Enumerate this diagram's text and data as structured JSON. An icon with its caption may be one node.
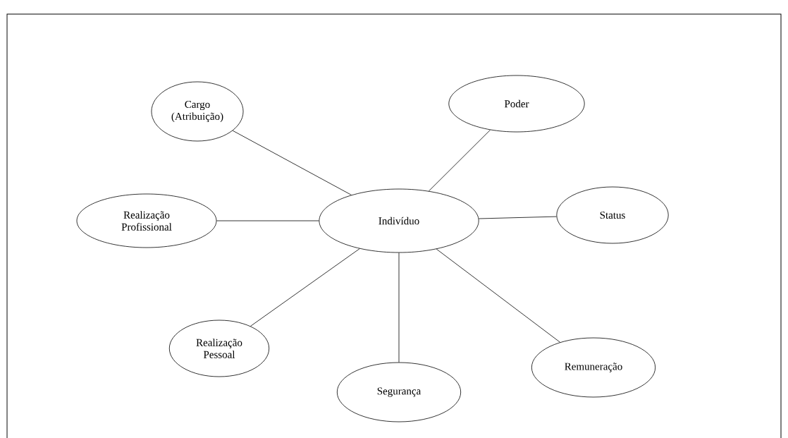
{
  "diagram": {
    "nodes": [
      {
        "text": [
          "Cargo (Atribuição)"
        ]
      },
      {
        "text": [
          "Poder"
        ]
      },
      {
        "text": [
          "Realização Profissional"
        ]
      },
      {
        "text": [
          "Indivíduo"
        ]
      },
      {
        "text": [
          "Status"
        ]
      },
      {
        "text": [
          "Realização Pessoal"
        ]
      },
      {
        "text": [
          "Segurança"
        ]
      },
      {
        "text": [
          "Remuneração"
        ]
      }
    ],
    "edges": [
      {
        "from": 3,
        "to": 0,
        "arrow": "none"
      },
      {
        "from": 3,
        "to": 1,
        "arrow": "none"
      },
      {
        "from": 3,
        "to": 2,
        "arrow": "none"
      },
      {
        "from": 3,
        "to": 4,
        "arrow": "none"
      },
      {
        "from": 3,
        "to": 5,
        "arrow": "none"
      },
      {
        "from": 3,
        "to": 6,
        "arrow": "none"
      },
      {
        "from": 3,
        "to": 7,
        "arrow": "none"
      }
    ]
  }
}
